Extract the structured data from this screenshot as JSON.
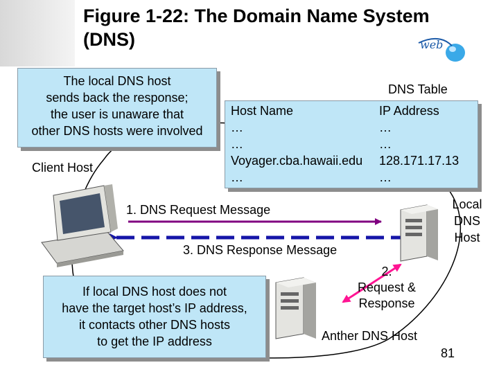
{
  "slide": {
    "title_line1": "Figure 1-22: The Domain Name System",
    "title_line2": "(DNS)",
    "page_number": "81"
  },
  "logo": {
    "text": "web"
  },
  "top_left_box": {
    "lines": [
      "The local DNS host",
      "sends back the response;",
      "the user is unaware that",
      "other DNS hosts were involved"
    ]
  },
  "client_host_label": "Client Host",
  "dns_table": {
    "title": "DNS Table",
    "headers": [
      "Host Name",
      "IP Address"
    ],
    "rows": [
      [
        "…",
        "…"
      ],
      [
        "…",
        "…"
      ],
      [
        "Voyager.cba.hawaii.edu",
        "128.171.17.13"
      ],
      [
        "…",
        "…"
      ]
    ]
  },
  "messages": {
    "request": "1. DNS Request Message",
    "response": "3. DNS Response Message",
    "step2_lines": [
      "2.",
      "Request &",
      "Response"
    ]
  },
  "local_dns_label": [
    "Local",
    "DNS",
    "Host"
  ],
  "another_dns_label": "Anther DNS Host",
  "bottom_box": {
    "lines": [
      "If local DNS host does not",
      "have the target host’s IP address,",
      "it contacts other DNS hosts",
      "to get the IP address"
    ]
  },
  "colors": {
    "box_fill": "#bfe6f7",
    "request_arrow": "#800080",
    "response_arrow": "#1515a8",
    "step2_arrow": "#ff1493"
  }
}
